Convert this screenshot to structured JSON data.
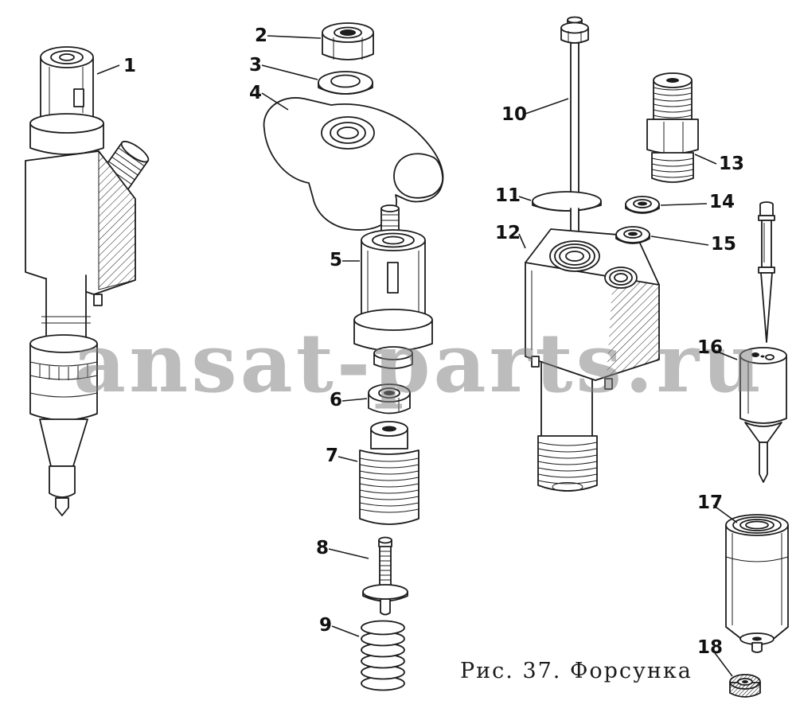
{
  "figure": {
    "caption": "Рис. 37. Форсунка",
    "watermark": "ansat-parts.ru",
    "ink_color": "#1c1c1c",
    "paper_color": "#ffffff",
    "watermark_color": "#7f7f7f"
  },
  "labels": [
    "1",
    "2",
    "3",
    "4",
    "5",
    "6",
    "7",
    "8",
    "9",
    "10",
    "11",
    "12",
    "13",
    "14",
    "15",
    "16",
    "17",
    "18"
  ]
}
